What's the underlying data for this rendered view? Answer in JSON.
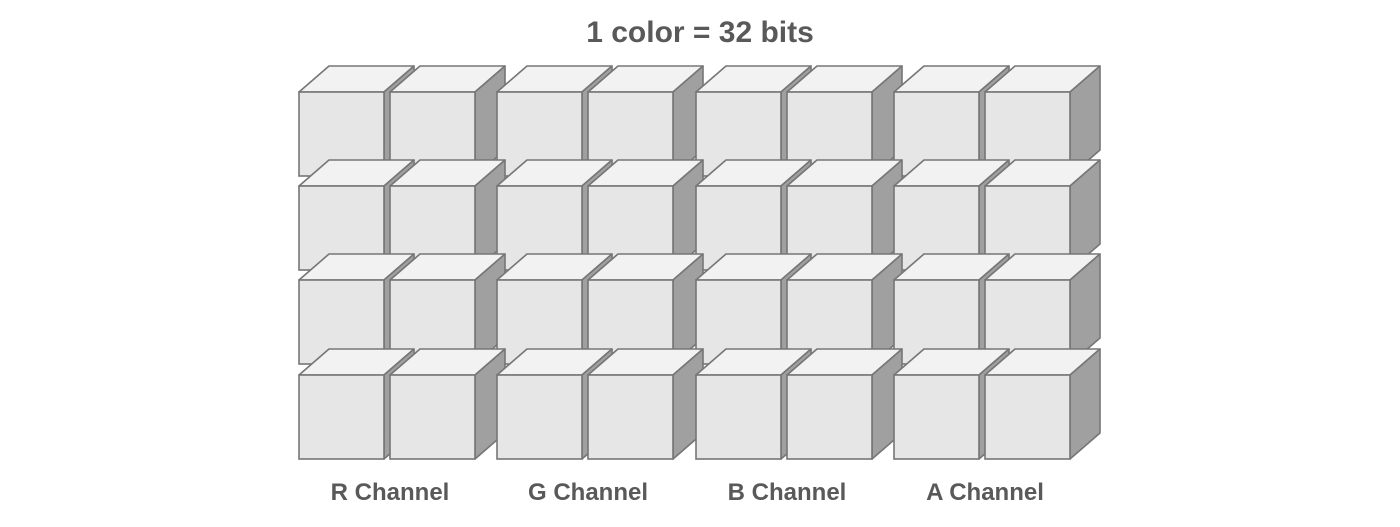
{
  "title": "1 color = 32 bits",
  "channels": [
    {
      "label": "R Channel"
    },
    {
      "label": "G Channel"
    },
    {
      "label": "B Channel"
    },
    {
      "label": "A Channel"
    }
  ],
  "grid": {
    "rows": 4,
    "cubes_per_channel_row": 2
  },
  "colors": {
    "cube_front": "#e6e6e6",
    "cube_top": "#f2f2f2",
    "cube_side": "#a0a0a0",
    "cube_edge": "#767676",
    "text": "#595959"
  }
}
